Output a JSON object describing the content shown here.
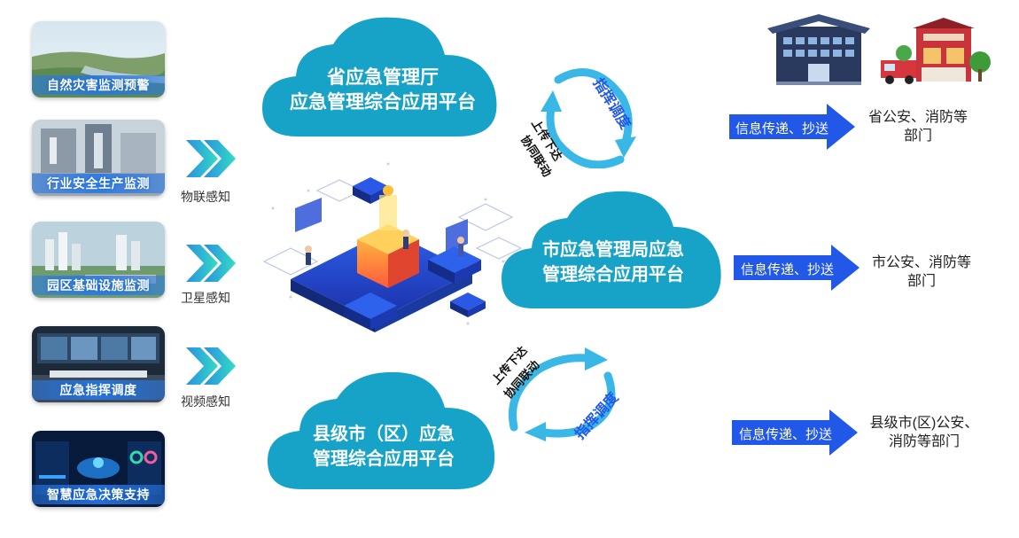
{
  "left_cards": [
    {
      "label": "自然灾害监测预警"
    },
    {
      "label": "行业安全生产监测"
    },
    {
      "label": "园区基础设施监测"
    },
    {
      "label": "应急指挥调度"
    },
    {
      "label": "智慧应急决策支持"
    }
  ],
  "sensing": [
    "物联感知",
    "卫星感知",
    "视频感知"
  ],
  "clouds": {
    "province": {
      "line1": "省应急管理厅",
      "line2": "应急管理综合应用平台"
    },
    "city": {
      "line1": "市应急管理局应急",
      "line2": "管理综合应用平台"
    },
    "county": {
      "line1": "县级市（区）应急",
      "line2": "管理综合应用平台"
    }
  },
  "cycle_labels": {
    "dispatch": "指挥调度",
    "upload": "上传下达",
    "linkage": "协同联动"
  },
  "right_rows": [
    {
      "arrow": "信息传递、抄送",
      "dest_line1": "省公安、消防等",
      "dest_line2": "部门"
    },
    {
      "arrow": "信息传递、抄送",
      "dest_line1": "市公安、消防等",
      "dest_line2": "部门"
    },
    {
      "arrow": "信息传递、抄送",
      "dest_line1": "县级市(区)公安、",
      "dest_line2": "消防等部门"
    }
  ],
  "colors": {
    "cloud": "#17a2c7",
    "arrow": "#2158e8",
    "chevron": "#2fd3c5",
    "cycle": "#39b7e6"
  }
}
